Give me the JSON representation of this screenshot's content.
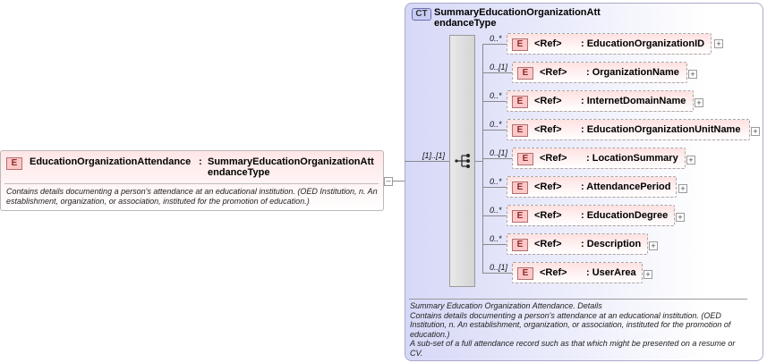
{
  "root": {
    "badge": "E",
    "name": "EducationOrganizationAttendance",
    "colon": ":",
    "type_line1": "SummaryEducationOrganizationAtt",
    "type_line2": "endanceType",
    "doc": "Contains details documenting a person's attendance at an educational institution. (OED Institution, n. An establishment, organization, or association, instituted for the promotion of education.)",
    "collapse": "–"
  },
  "complex_type": {
    "badge": "CT",
    "name_line1": "SummaryEducationOrganizationAtt",
    "name_line2": "endanceType",
    "sequence_occurrence": "[1]..[1]",
    "doc": [
      "Summary Education Organization Attendance. Details",
      "Contains details documenting a person's attendance at an educational institution. (OED Institution, n. An establishment, organization, or association, instituted for the promotion of education.)",
      "A sub-set of a full attendance record such as that which might be presented on a resume or CV."
    ]
  },
  "children": [
    {
      "occ": "0..*",
      "badge": "E",
      "ref": "<Ref>",
      "name": ": EducationOrganizationID",
      "plus": "+"
    },
    {
      "occ": "0..[1]",
      "badge": "E",
      "ref": "<Ref>",
      "name": ": OrganizationName",
      "plus": "+"
    },
    {
      "occ": "0..*",
      "badge": "E",
      "ref": "<Ref>",
      "name": ": InternetDomainName",
      "plus": "+"
    },
    {
      "occ": "0..*",
      "badge": "E",
      "ref": "<Ref>",
      "name": ": EducationOrganizationUnitName",
      "plus": "+"
    },
    {
      "occ": "0..[1]",
      "badge": "E",
      "ref": "<Ref>",
      "name": ": LocationSummary",
      "plus": "+"
    },
    {
      "occ": "0..*",
      "badge": "E",
      "ref": "<Ref>",
      "name": ": AttendancePeriod",
      "plus": "+"
    },
    {
      "occ": "0..*",
      "badge": "E",
      "ref": "<Ref>",
      "name": ": EducationDegree",
      "plus": "+"
    },
    {
      "occ": "0..*",
      "badge": "E",
      "ref": "<Ref>",
      "name": ": Description",
      "plus": "+"
    },
    {
      "occ": "0..[1]",
      "badge": "E",
      "ref": "<Ref>",
      "name": ": UserArea",
      "plus": "+"
    }
  ]
}
